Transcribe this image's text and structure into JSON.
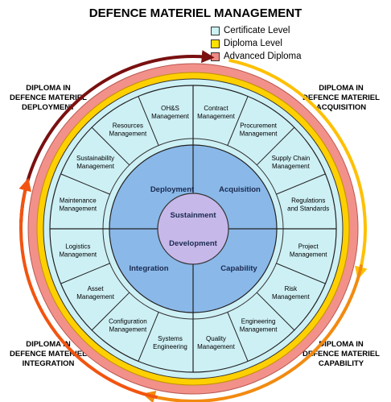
{
  "title": "DEFENCE MATERIEL MANAGEMENT",
  "legend": [
    {
      "label": "Certificate Level",
      "color": "#ccf2f2"
    },
    {
      "label": "Diploma Level",
      "color": "#ffe000"
    },
    {
      "label": "Advanced Diploma",
      "color": "#f08a84"
    }
  ],
  "colors": {
    "outer_ring": "#f2908a",
    "diploma_ring": "#ffd000",
    "certificate_ring": "#cdf0f5",
    "sector_fill": "#cdf0f5",
    "middle_disk": "#8ab8e8",
    "core": "#c7b8ea",
    "arc_deployment": "#7a1010",
    "arc_acquisition": "#ffc000",
    "arc_capability": "#f28a10",
    "arc_integration": "#f25410"
  },
  "corners": {
    "deployment": [
      "DIPLOMA IN",
      "DEFENCE MATERIEL",
      "DEPLOYMENT"
    ],
    "acquisition": [
      "DIPLOMA IN",
      "DEFENCE MATERIEL",
      "ACQUISITION"
    ],
    "integration": [
      "DIPLOMA IN",
      "DEFENCE MATERIEL",
      "INTEGRATION"
    ],
    "capability": [
      "DIPLOMA IN",
      "DEFENCE MATERIEL",
      "CAPABILITY"
    ]
  },
  "quadrants": {
    "deployment": "Deployment",
    "acquisition": "Acquisition",
    "integration": "Integration",
    "capability": "Capability"
  },
  "core": [
    "Sustainment",
    "Development"
  ],
  "units": [
    [
      "Contract",
      "Management"
    ],
    [
      "Procurement",
      "Management"
    ],
    [
      "Supply Chain",
      "Management"
    ],
    [
      "Regulations",
      "and Standards"
    ],
    [
      "Project",
      "Management"
    ],
    [
      "Risk",
      "Management"
    ],
    [
      "Engineering",
      "Management"
    ],
    [
      "Quality",
      "Management"
    ],
    [
      "Systems",
      "Engineering"
    ],
    [
      "Configuration",
      "Management"
    ],
    [
      "Asset",
      "Management"
    ],
    [
      "Logistics",
      "Management"
    ],
    [
      "Maintenance",
      "Management"
    ],
    [
      "Sustainability",
      "Management"
    ],
    [
      "Resources",
      "Management"
    ],
    [
      "OH&S",
      "Management"
    ]
  ]
}
